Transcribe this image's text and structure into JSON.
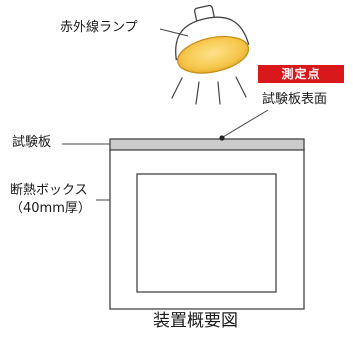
{
  "labels": {
    "lamp": "赤外線ランプ",
    "measure_point": "測定点",
    "test_plate_surface": "試験板表面",
    "test_plate": "試験板",
    "insulation_box_line1": "断熱ボックス",
    "insulation_box_line2": "（40mm厚）",
    "caption": "装置概要図"
  },
  "colors": {
    "lamp_light": "#f5c64a",
    "lamp_light_edge": "#c88f1a",
    "badge": "#d9181c",
    "plate_fill": "#cccccc",
    "line": "#444444"
  }
}
